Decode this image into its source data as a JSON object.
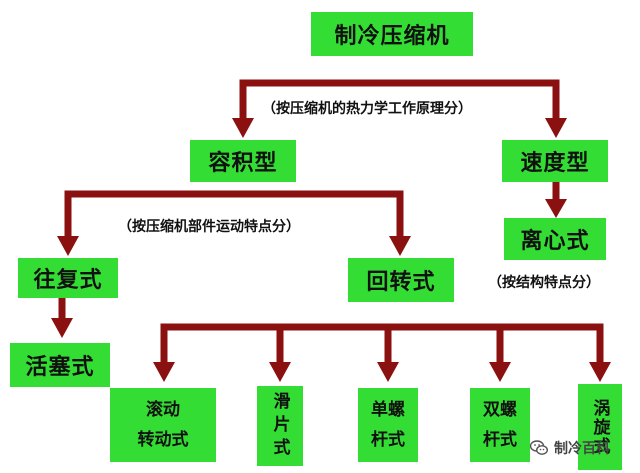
{
  "colors": {
    "node_fill": "#33dd33",
    "connector": "#8b1010",
    "text": "#111111"
  },
  "root": {
    "label": "制冷压缩机"
  },
  "notes": {
    "thermo": "（按压缩机的热力学工作原理分）",
    "parts": "（按压缩机部件运动特点分）",
    "structure": "（按结构特点分）"
  },
  "level1": {
    "positive": "容积型",
    "velocity": "速度型"
  },
  "positive_children": {
    "reciprocating": "往复式",
    "rotary": "回转式"
  },
  "reciprocating_children": {
    "piston": "活塞式"
  },
  "velocity_children": {
    "centrifugal": "离心式"
  },
  "rotary_children": [
    {
      "label_lines": [
        "滚动",
        "转动式"
      ]
    },
    {
      "label": "滑片式"
    },
    {
      "label_lines": [
        "单螺",
        "杆式"
      ]
    },
    {
      "label_lines": [
        "双螺",
        "杆式"
      ]
    },
    {
      "label": "涡旋式"
    }
  ],
  "watermark": {
    "icon": "wechat-icon",
    "text": "制冷百科"
  }
}
